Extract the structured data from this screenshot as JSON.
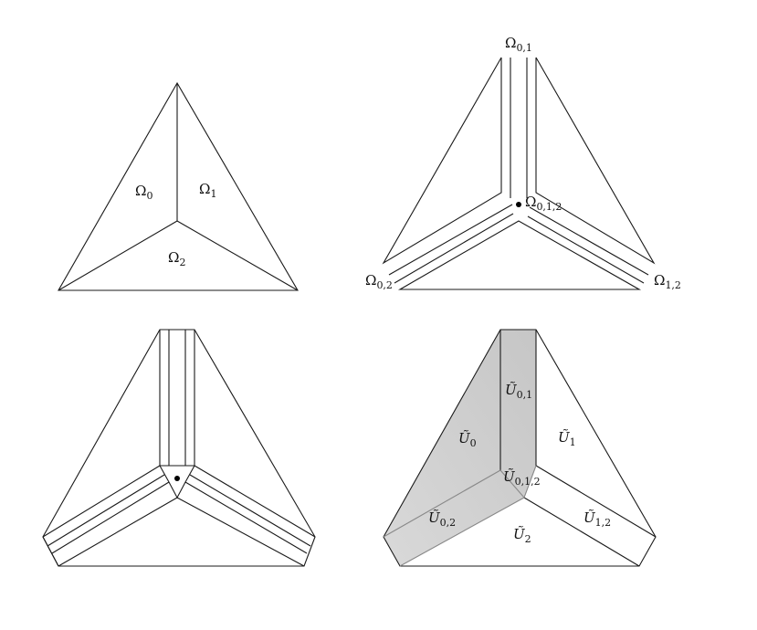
{
  "panels": {
    "top_left": {
      "labels": [
        {
          "base": "Ω",
          "sub": "0"
        },
        {
          "base": "Ω",
          "sub": "1"
        },
        {
          "base": "Ω",
          "sub": "2"
        }
      ]
    },
    "top_right": {
      "labels": [
        {
          "base": "Ω",
          "sub": "0,1"
        },
        {
          "base": "Ω",
          "sub": "0,1,2"
        },
        {
          "base": "Ω",
          "sub": "0,2"
        },
        {
          "base": "Ω",
          "sub": "1,2"
        }
      ]
    },
    "bottom_left": {
      "labels": []
    },
    "bottom_right": {
      "labels": [
        {
          "base": "Ũ",
          "sub": "0,1"
        },
        {
          "base": "Ũ",
          "sub": "0"
        },
        {
          "base": "Ũ",
          "sub": "1"
        },
        {
          "base": "Ũ",
          "sub": "0,1,2"
        },
        {
          "base": "Ũ",
          "sub": "0,2"
        },
        {
          "base": "Ũ",
          "sub": "1,2"
        },
        {
          "base": "Ũ",
          "sub": "2"
        }
      ],
      "shade_color": "#d4d4d4"
    }
  }
}
